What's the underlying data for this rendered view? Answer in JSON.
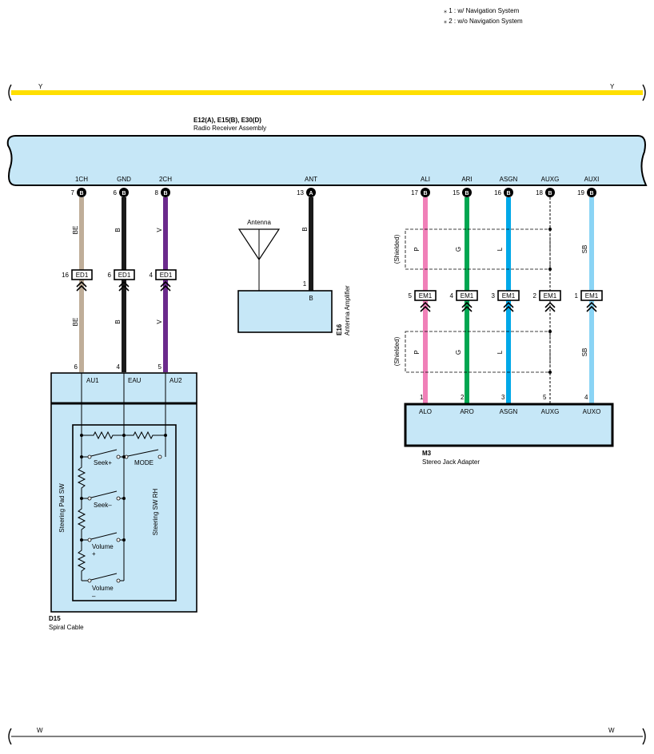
{
  "notes": {
    "note1": "⁎ 1 : w/ Navigation System",
    "note2": "⁎ 2 : w/o Navigation System"
  },
  "buses": {
    "y_label": "Y",
    "w_label": "W",
    "y_color": "#ffdf00"
  },
  "radio": {
    "connectors": "E12(A), E15(B), E30(D)",
    "name": "Radio Receiver Assembly",
    "fill": "#c6e7f7",
    "terminals": [
      {
        "name": "1CH",
        "pin": "7",
        "conn": "B",
        "wire": "BE",
        "color": "#bfae99"
      },
      {
        "name": "GND",
        "pin": "6",
        "conn": "B",
        "wire": "B",
        "color": "#1a1a1a"
      },
      {
        "name": "2CH",
        "pin": "8",
        "conn": "B",
        "wire": "V",
        "color": "#6b2a8c"
      },
      {
        "name": "ANT",
        "pin": "13",
        "conn": "A",
        "wire": "B",
        "color": "#1a1a1a"
      },
      {
        "name": "ALI",
        "pin": "17",
        "conn": "B",
        "wire": "P",
        "color": "#f080b8"
      },
      {
        "name": "ARI",
        "pin": "15",
        "conn": "B",
        "wire": "G",
        "color": "#00a651"
      },
      {
        "name": "ASGN",
        "pin": "16",
        "conn": "B",
        "wire": "L",
        "color": "#00a8e8"
      },
      {
        "name": "AUXG",
        "pin": "18",
        "conn": "B",
        "wire": "",
        "color": "#000000"
      },
      {
        "name": "AUXI",
        "pin": "19",
        "conn": "B",
        "wire": "SB",
        "color": "#8ad4f5"
      }
    ]
  },
  "ed1": {
    "label": "ED1",
    "pins": [
      "16",
      "6",
      "4"
    ]
  },
  "em1": {
    "label": "EM1",
    "pins": [
      "5",
      "4",
      "3",
      "2",
      "1"
    ]
  },
  "shielded": "(Shielded)",
  "antenna": {
    "label": "Antenna",
    "amp_pin": "1",
    "amp_terminal": "B",
    "code": "E16",
    "name": "Antenna Amplifier"
  },
  "spiral": {
    "code": "D15",
    "name": "Spiral Cable",
    "pins": [
      "6",
      "4",
      "5"
    ],
    "terminals": [
      "AU1",
      "EAU",
      "AU2"
    ],
    "pad_label": "Steering Pad SW",
    "rh_label": "Steering SW RH",
    "switches": {
      "seek_plus": "Seek+",
      "mode": "MODE",
      "seek_minus": "Seek–",
      "volume_plus_1": "Volume",
      "volume_plus_2": "+",
      "volume_minus_1": "Volume",
      "volume_minus_2": "–"
    }
  },
  "jack": {
    "code": "M3",
    "name": "Stereo Jack Adapter",
    "pins": [
      "1",
      "2",
      "3",
      "5",
      "4"
    ],
    "terminals": [
      "ALO",
      "ARO",
      "ASGN",
      "AUXG",
      "AUXO"
    ]
  }
}
